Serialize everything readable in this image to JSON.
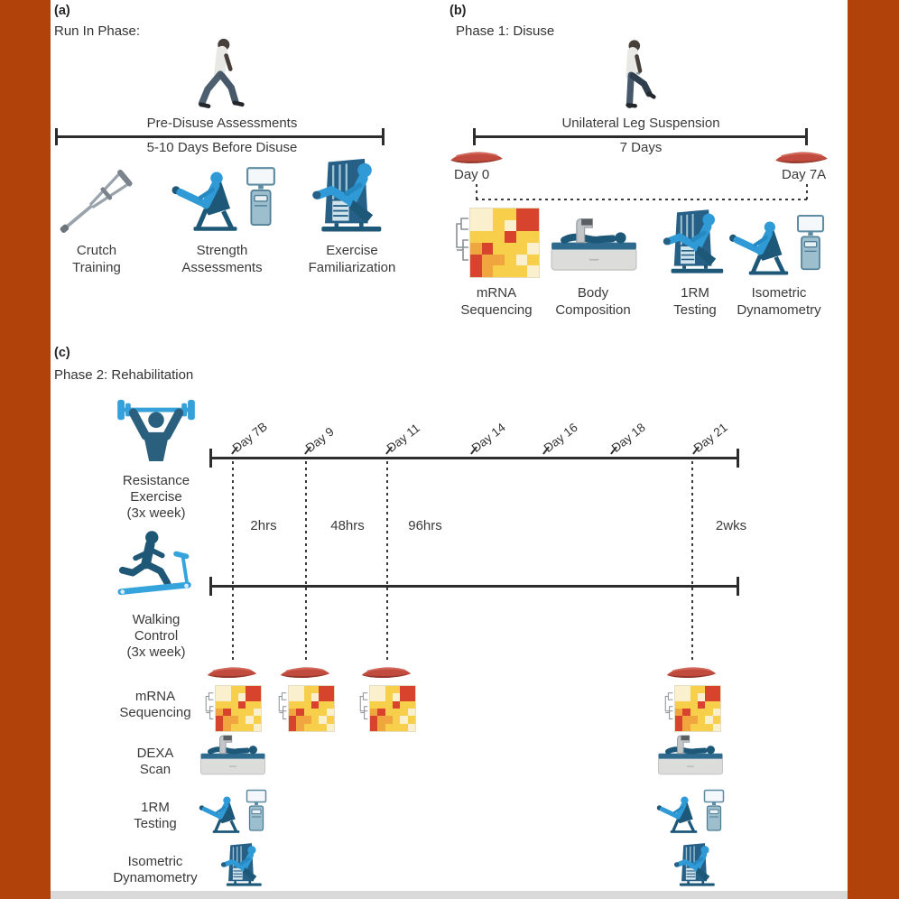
{
  "colors": {
    "border_orange": "#b1430a",
    "paper": "#ffffff",
    "bottom_strip": "#d9d9d9",
    "timeline_black": "#2d2d2d",
    "icon_blue": "#2f9ad6",
    "icon_navy": "#1e5878",
    "icon_lightblue": "#35a3dc",
    "muscle_red": "#c14b3e"
  },
  "panel_a": {
    "tag": "(a)",
    "title": "Run In Phase:",
    "timeline": {
      "top_label": "Pre-Disuse Assessments",
      "bottom_label": "5-10 Days Before Disuse"
    },
    "items": [
      {
        "icon": "crutch-icon",
        "lines": [
          "Crutch",
          "Training"
        ]
      },
      {
        "icon": "strength-machine-icon",
        "lines": [
          "Strength",
          "Assessments"
        ]
      },
      {
        "icon": "leg-press-machine-icon",
        "lines": [
          "Exercise",
          "Familiarization"
        ]
      }
    ]
  },
  "panel_b": {
    "tag": "(b)",
    "title": "Phase 1: Disuse",
    "timeline": {
      "top_label": "Unilateral Leg Suspension",
      "bottom_label": "7 Days",
      "start_label": "Day 0",
      "end_label": "Day 7A"
    },
    "items": [
      {
        "icon": "mrna-heatmap-icon",
        "lines": [
          "mRNA",
          "Sequencing"
        ]
      },
      {
        "icon": "dexa-scanner-icon",
        "lines": [
          "Body",
          "Composition"
        ]
      },
      {
        "icon": "leg-press-machine-icon",
        "lines": [
          "1RM",
          "Testing"
        ]
      },
      {
        "icon": "dynamometer-icon",
        "lines": [
          "Isometric",
          "Dynamometry"
        ]
      }
    ]
  },
  "panel_c": {
    "tag": "(c)",
    "title": "Phase 2: Rehabilitation",
    "day_ticks": [
      "Day 7B",
      "Day 9",
      "Day 11",
      "Day 14",
      "Day 16",
      "Day 18",
      "Day 21"
    ],
    "interval_labels": [
      "2hrs",
      "48hrs",
      "96hrs",
      "2wks"
    ],
    "arms": [
      {
        "icon": "weightlifter-icon",
        "lines": [
          "Resistance",
          "Exercise",
          "(3x week)"
        ]
      },
      {
        "icon": "treadmill-icon",
        "lines": [
          "Walking",
          "Control",
          "(3x week)"
        ]
      }
    ],
    "rows": [
      {
        "icon": "mrna-heatmap-icon",
        "lines": [
          "mRNA",
          "Sequencing"
        ]
      },
      {
        "icon": "dexa-scanner-icon",
        "lines": [
          "DEXA",
          "Scan"
        ]
      },
      {
        "icon": "dynamometer-icon",
        "lines": [
          "1RM",
          "Testing"
        ]
      },
      {
        "icon": "leg-press-machine-icon",
        "lines": [
          "Isometric",
          "Dynamometry"
        ]
      }
    ]
  },
  "heatmap": {
    "palette": [
      "#fbf0cd",
      "#f7cf4b",
      "#f0a53e",
      "#d8432e"
    ],
    "grid": [
      [
        0,
        0,
        1,
        1,
        3,
        3
      ],
      [
        0,
        0,
        1,
        0,
        3,
        3
      ],
      [
        1,
        1,
        1,
        3,
        1,
        1
      ],
      [
        2,
        3,
        1,
        1,
        1,
        0
      ],
      [
        3,
        2,
        2,
        1,
        0,
        1
      ],
      [
        3,
        2,
        1,
        1,
        1,
        0
      ]
    ]
  }
}
